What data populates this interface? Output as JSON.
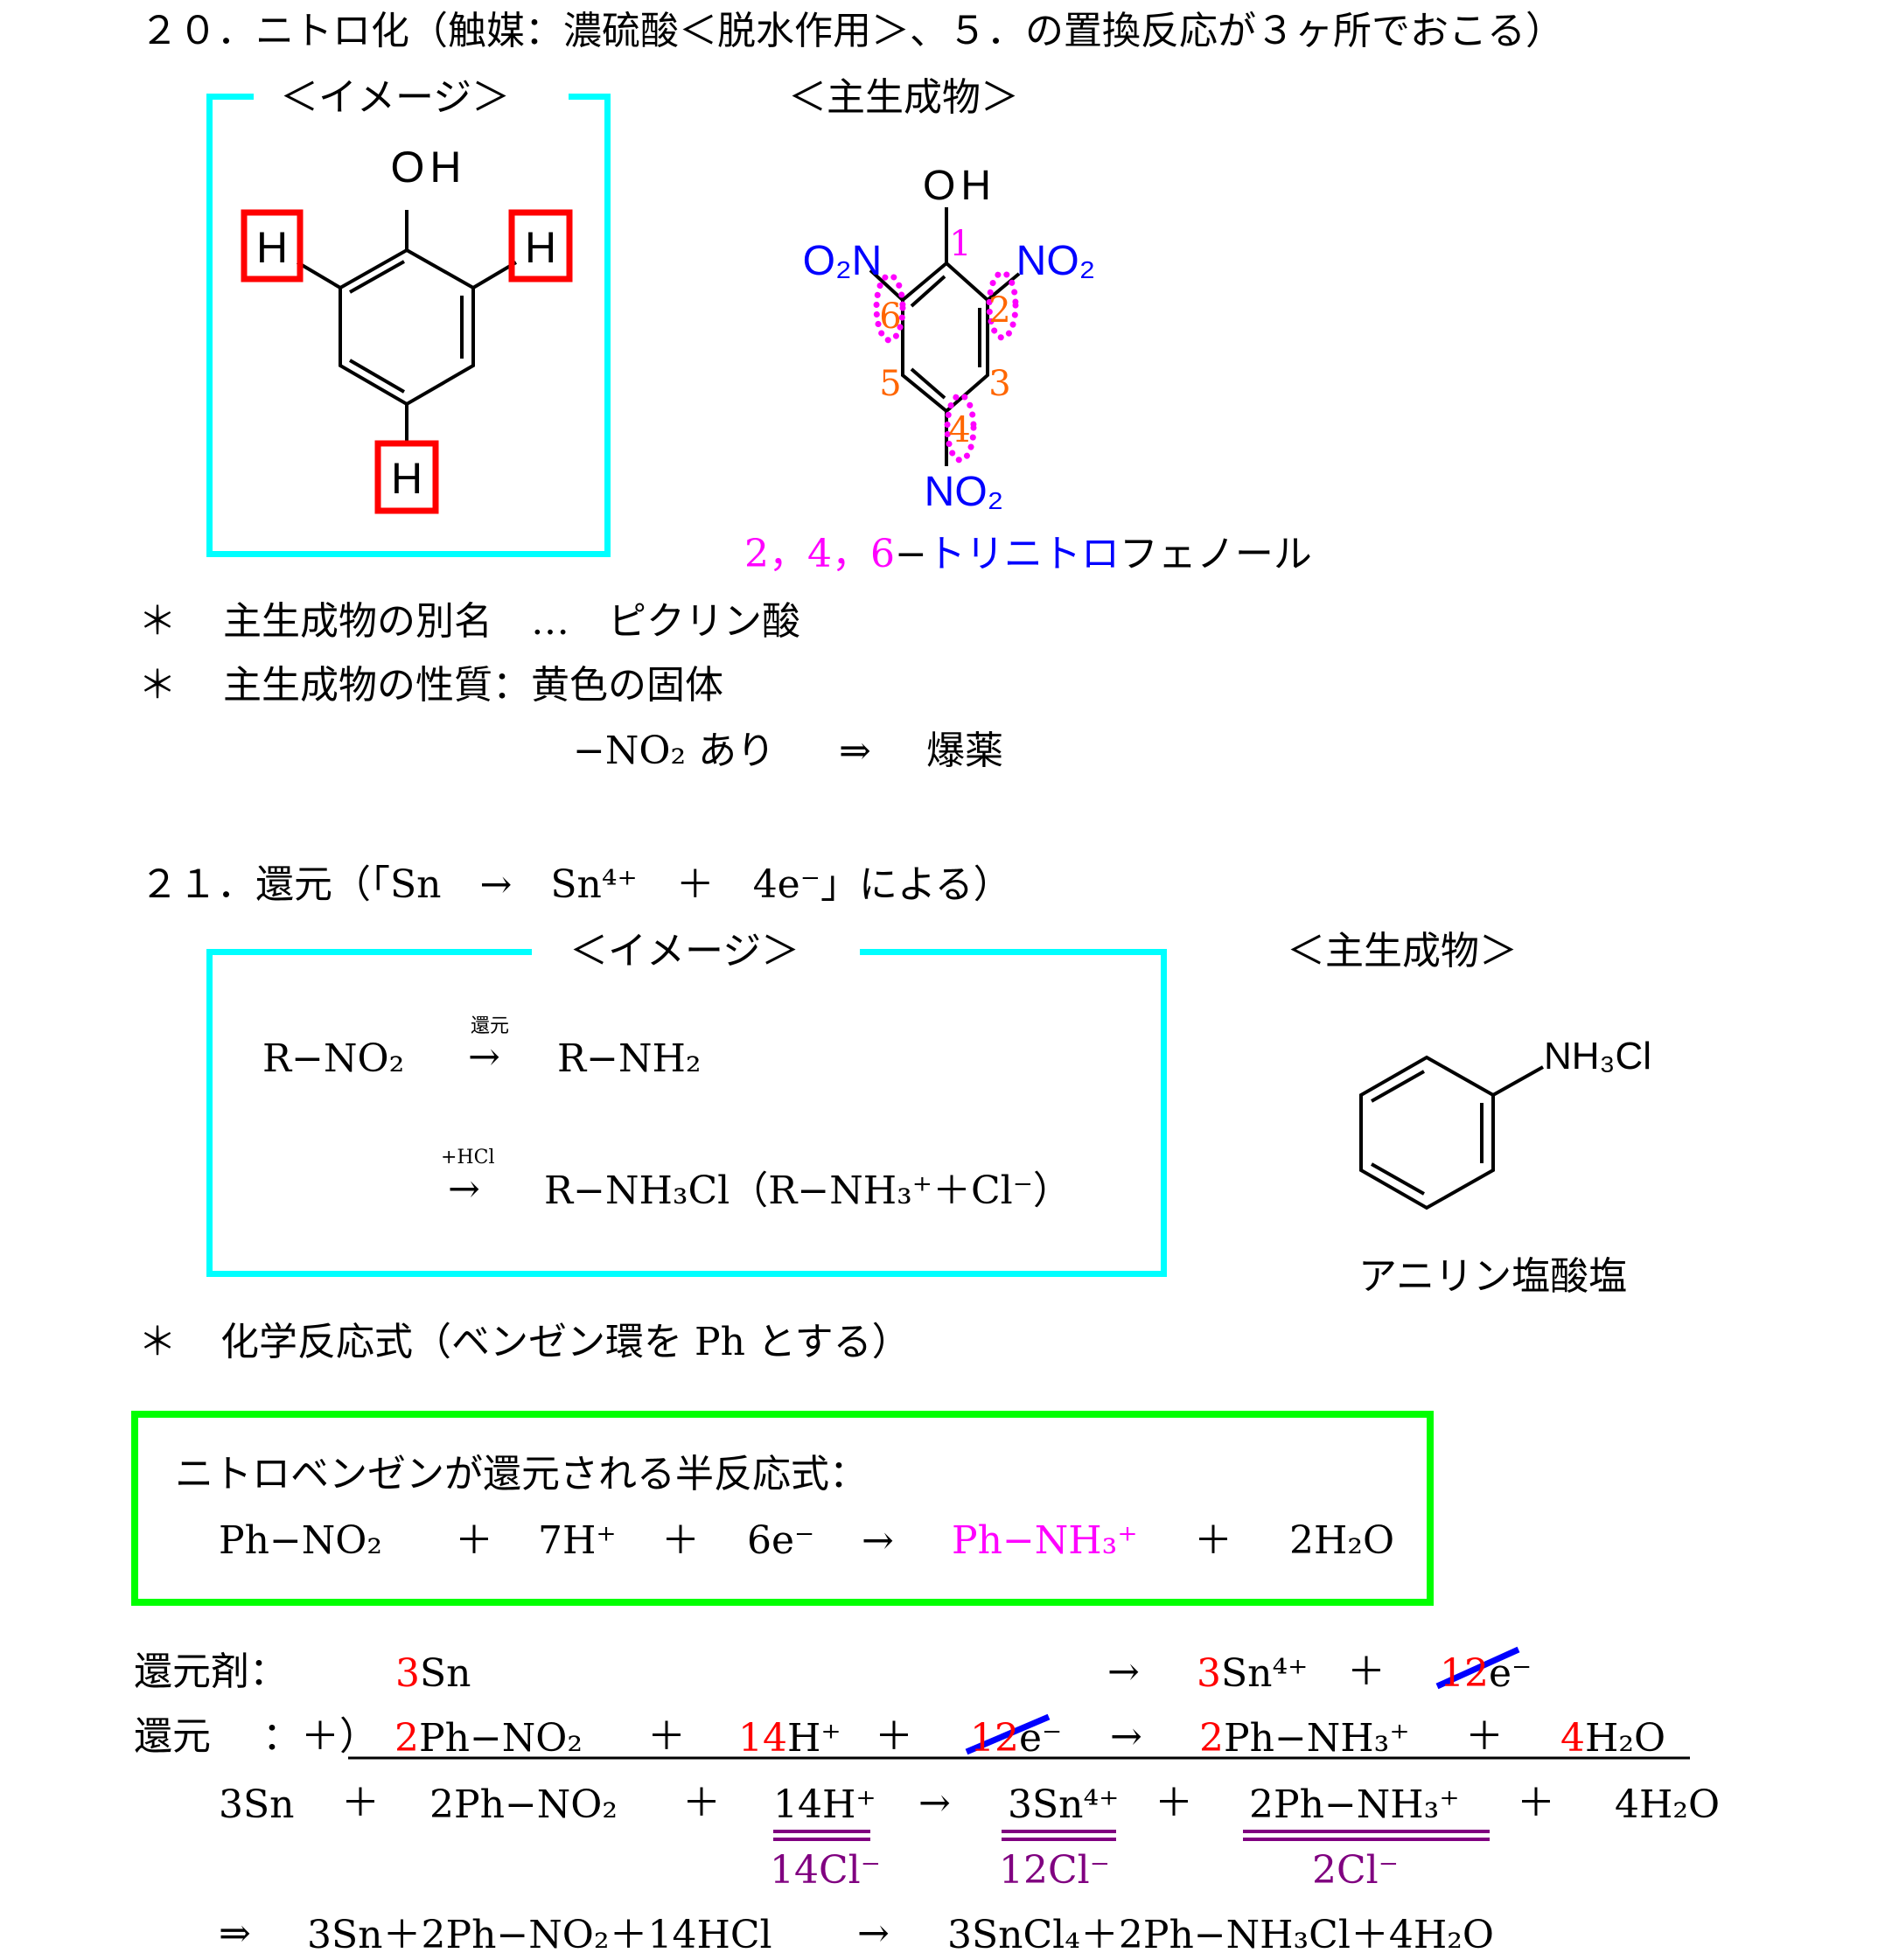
{
  "section20": {
    "title": "２０．ニトロ化（触媒：濃硫酸＜脱水作用＞、５．の置換反応が３ヶ所でおこる）",
    "image_label": "＜イメージ＞",
    "product_label": "＜主生成物＞",
    "phenol": {
      "oh": "OH",
      "h": "H"
    },
    "picric": {
      "oh": "OH",
      "o2n": "O₂N",
      "no2": "NO₂",
      "positions": [
        "1",
        "2",
        "3",
        "4",
        "5",
        "6"
      ]
    },
    "name": {
      "locants": "2，4，6",
      "dash": "−",
      "nitro": "トリニトロ",
      "phenol": "フェノール"
    },
    "note1": {
      "bullet": "＊",
      "text": "主生成物の別名　…　ピクリン酸"
    },
    "note2": {
      "bullet": "＊",
      "text": "主生成物の性質：黄色の固体"
    },
    "note3": {
      "group": "−NO₂ あり",
      "arrow": "⇒",
      "result": "爆薬"
    }
  },
  "section21": {
    "title": "２１．還元（「Sn　→　Sn⁴⁺　＋　4e⁻」による）",
    "image_label": "＜イメージ＞",
    "product_label": "＜主生成物＞",
    "image": {
      "reactant": "R−NO₂",
      "cond1": "還元",
      "arrow": "→",
      "product1": "R−NH₂",
      "cond2": "+HCl",
      "product2": "R−NH₃Cl（R−NH₃⁺＋Cl⁻）"
    },
    "product": {
      "formula": "NH₃Cl",
      "name": "アニリン塩酸塩"
    },
    "note": {
      "bullet": "＊",
      "text": "化学反応式（ベンゼン環を Ph とする）"
    },
    "half": {
      "title": "ニトロベンゼンが還元される半反応式：",
      "terms": [
        "Ph−NO₂",
        "＋",
        "7H⁺",
        "＋",
        "6e⁻",
        "→",
        "Ph−NH₃⁺",
        "＋",
        "2H₂O"
      ]
    },
    "row1": {
      "label": "還元剤：",
      "c1": "3",
      "t1": "Sn",
      "arrow": "→",
      "c2": "3",
      "t2": "Sn⁴⁺",
      "plus": "＋",
      "c3": "12",
      "t3": "e⁻"
    },
    "row2": {
      "label": "還元",
      "op": "：＋）",
      "c1": "2",
      "t1": "Ph−NO₂",
      "plus1": "＋",
      "c2": "14",
      "t2": "H⁺",
      "plus2": "＋",
      "c3": "12",
      "t3": "e⁻",
      "arrow": "→",
      "c4": "2",
      "t4": "Ph−NH₃⁺",
      "plus3": "＋",
      "c5": "4",
      "t5": "H₂O"
    },
    "row3": [
      "3Sn",
      "＋",
      "2Ph−NO₂",
      "＋",
      "14H⁺",
      "→",
      "3Sn⁴⁺",
      "＋",
      "2Ph−NH₃⁺",
      "＋",
      "4H₂O"
    ],
    "counter_ions": [
      "14Cl⁻",
      "12Cl⁻",
      "2Cl⁻"
    ],
    "final": {
      "arrow1": "⇒",
      "left": "3Sn＋2Ph−NO₂＋14HCl",
      "arrow2": "→",
      "right": "3SnCl₄＋2Ph−NH₃Cl＋4H₂O"
    }
  },
  "colors": {
    "frame": "#00ffff",
    "hbox": "#ff0000",
    "dots": "#ff00ff",
    "locant": "#ff6600",
    "group": "#0000ff",
    "halfbox": "#00ff00",
    "strike": "#0000ff",
    "ion": "#800080"
  }
}
